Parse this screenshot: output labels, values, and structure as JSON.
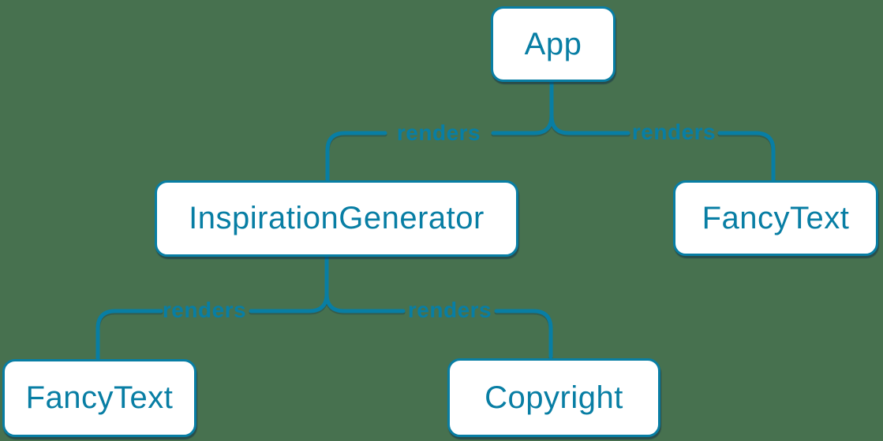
{
  "colors": {
    "background": "#47714F",
    "accent": "#087EA4",
    "node_fill": "#FFFFFF",
    "shadow": "rgba(17, 48, 71, 0.55)"
  },
  "diagram": {
    "type": "render-tree",
    "nodes": [
      {
        "id": "app",
        "label": "App"
      },
      {
        "id": "inspiration-generator",
        "label": "InspirationGenerator"
      },
      {
        "id": "fancy-text-top-right",
        "label": "FancyText"
      },
      {
        "id": "fancy-text-bottom-left",
        "label": "FancyText"
      },
      {
        "id": "copyright",
        "label": "Copyright"
      }
    ],
    "edges": [
      {
        "from": "App",
        "to": "InspirationGenerator",
        "label": "renders"
      },
      {
        "from": "App",
        "to": "FancyText",
        "label": "renders"
      },
      {
        "from": "InspirationGenerator",
        "to": "FancyText",
        "label": "renders"
      },
      {
        "from": "InspirationGenerator",
        "to": "Copyright",
        "label": "renders"
      }
    ]
  }
}
